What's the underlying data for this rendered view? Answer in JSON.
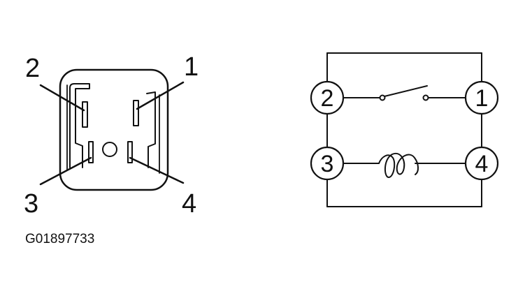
{
  "connector": {
    "pin_labels": [
      "1",
      "2",
      "3",
      "4"
    ]
  },
  "schematic": {
    "terminal_labels": [
      "1",
      "2",
      "3",
      "4"
    ]
  },
  "figure_id": "G01897733",
  "colors": {
    "ink": "#111111",
    "background": "#ffffff"
  }
}
